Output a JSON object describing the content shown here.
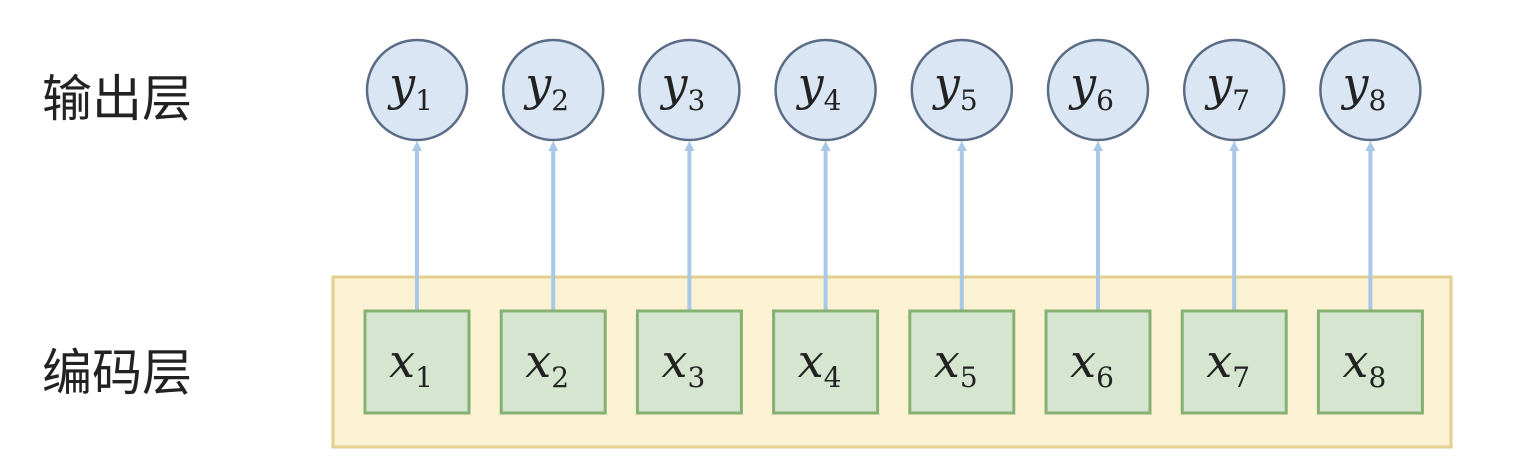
{
  "labels": {
    "output_layer": "输出层",
    "encoding_layer": "编码层"
  },
  "output_nodes": [
    {
      "var": "y",
      "sub": "1"
    },
    {
      "var": "y",
      "sub": "2"
    },
    {
      "var": "y",
      "sub": "3"
    },
    {
      "var": "y",
      "sub": "4"
    },
    {
      "var": "y",
      "sub": "5"
    },
    {
      "var": "y",
      "sub": "6"
    },
    {
      "var": "y",
      "sub": "7"
    },
    {
      "var": "y",
      "sub": "8"
    }
  ],
  "input_nodes": [
    {
      "var": "x",
      "sub": "1"
    },
    {
      "var": "x",
      "sub": "2"
    },
    {
      "var": "x",
      "sub": "3"
    },
    {
      "var": "x",
      "sub": "4"
    },
    {
      "var": "x",
      "sub": "5"
    },
    {
      "var": "x",
      "sub": "6"
    },
    {
      "var": "x",
      "sub": "7"
    },
    {
      "var": "x",
      "sub": "8"
    }
  ],
  "colors": {
    "output_fill": "#dbe6f5",
    "output_stroke": "#5a6b85",
    "input_fill": "#d5e5cf",
    "input_stroke": "#86b071",
    "encoder_fill": "#fbf2d3",
    "encoder_stroke": "#e3cf8e",
    "arrow": "#a9c8e8"
  }
}
